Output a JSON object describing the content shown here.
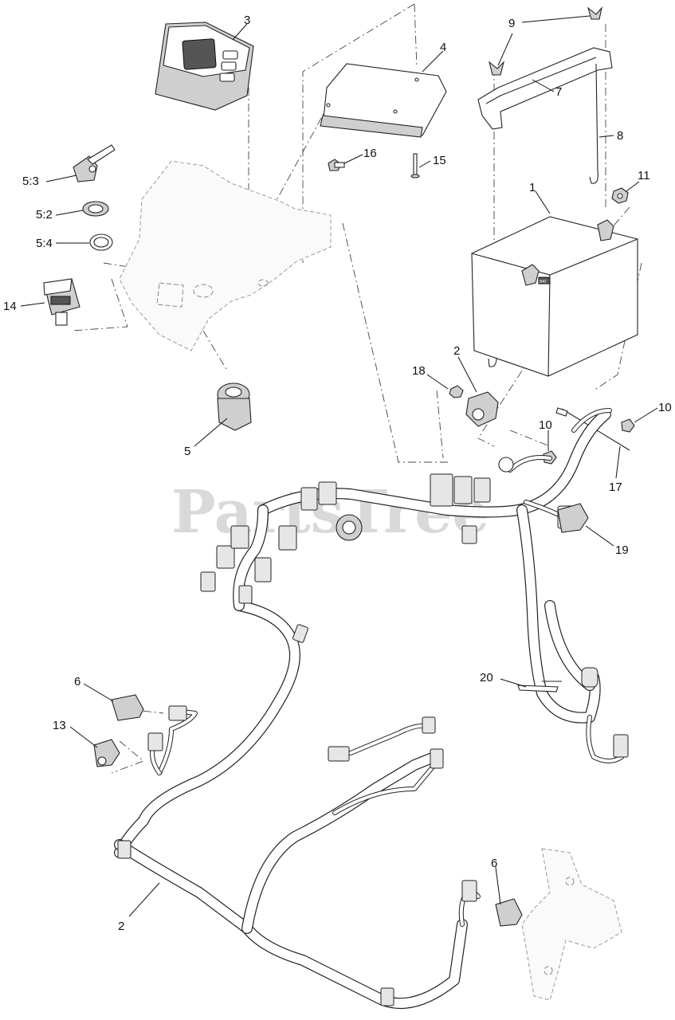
{
  "watermark": "PartsTree",
  "callouts": {
    "c1": "1",
    "c2a": "2",
    "c2b": "2",
    "c3": "3",
    "c4": "4",
    "c5": "5",
    "c5_2": "5:2",
    "c5_3": "5:3",
    "c5_4": "5:4",
    "c6a": "6",
    "c6b": "6",
    "c7": "7",
    "c8": "8",
    "c9": "9",
    "c10a": "10",
    "c10b": "10",
    "c11": "11",
    "c13": "13",
    "c14": "14",
    "c15": "15",
    "c16": "16",
    "c17": "17",
    "c18": "18",
    "c19": "19",
    "c20": "20"
  },
  "battery_label": "BAT"
}
